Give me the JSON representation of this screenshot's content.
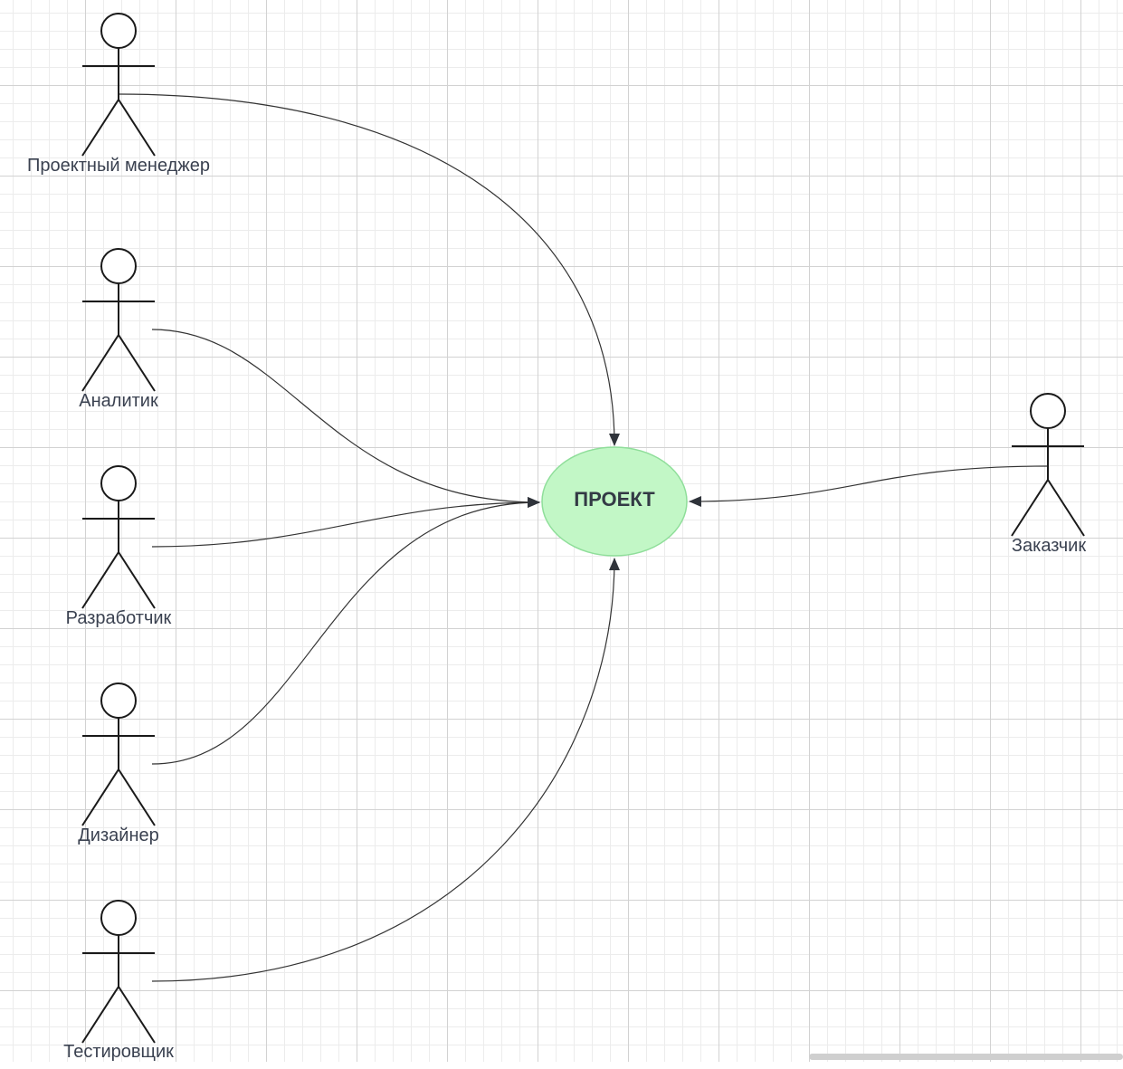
{
  "diagram": {
    "use_case": {
      "label": "ПРОЕКТ",
      "fill": "#c2f7c6",
      "stroke": "#8fde9a"
    },
    "actors": [
      {
        "id": "pm",
        "label": "Проектный менеджер"
      },
      {
        "id": "analyst",
        "label": "Аналитик"
      },
      {
        "id": "developer",
        "label": "Разработчик"
      },
      {
        "id": "designer",
        "label": "Дизайнер"
      },
      {
        "id": "tester",
        "label": "Тестировщик"
      },
      {
        "id": "customer",
        "label": "Заказчик"
      }
    ],
    "line_color": "#333333",
    "text_color": "#3a4150"
  }
}
